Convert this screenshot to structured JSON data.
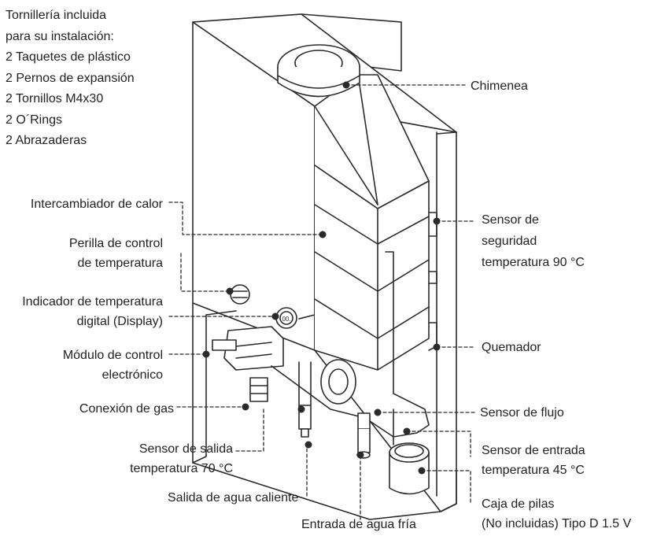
{
  "hardware": {
    "lines": [
      "Tornillería incluida",
      "para su instalación:",
      "2 Taquetes de plástico",
      "2 Pernos de expansión",
      "2 Tornillos M4x30",
      "2 O´Rings",
      "2 Abrazaderas"
    ]
  },
  "labels": {
    "chimenea": "Chimenea",
    "intercambiador": "Intercambiador de calor",
    "perilla": [
      "Perilla de control",
      "de temperatura"
    ],
    "indicador": [
      "Indicador de temperatura",
      "digital (Display)"
    ],
    "modulo": [
      "Módulo de control",
      "electrónico"
    ],
    "gas": "Conexión de gas",
    "sensor_salida": [
      "Sensor de salida",
      "temperatura 70 °C"
    ],
    "salida_agua": "Salida de agua caliente",
    "entrada_agua": "Entrada de agua fría",
    "sensor_seguridad": [
      "Sensor de",
      "seguridad",
      "temperatura 90 °C"
    ],
    "quemador": "Quemador",
    "sensor_flujo": "Sensor de flujo",
    "sensor_entrada": [
      "Sensor de entrada",
      "temperatura 45 °C"
    ],
    "caja_pilas": [
      "Caja de pilas",
      "(No incluidas) Tipo D 1.5 V"
    ]
  },
  "display_text": "00."
}
